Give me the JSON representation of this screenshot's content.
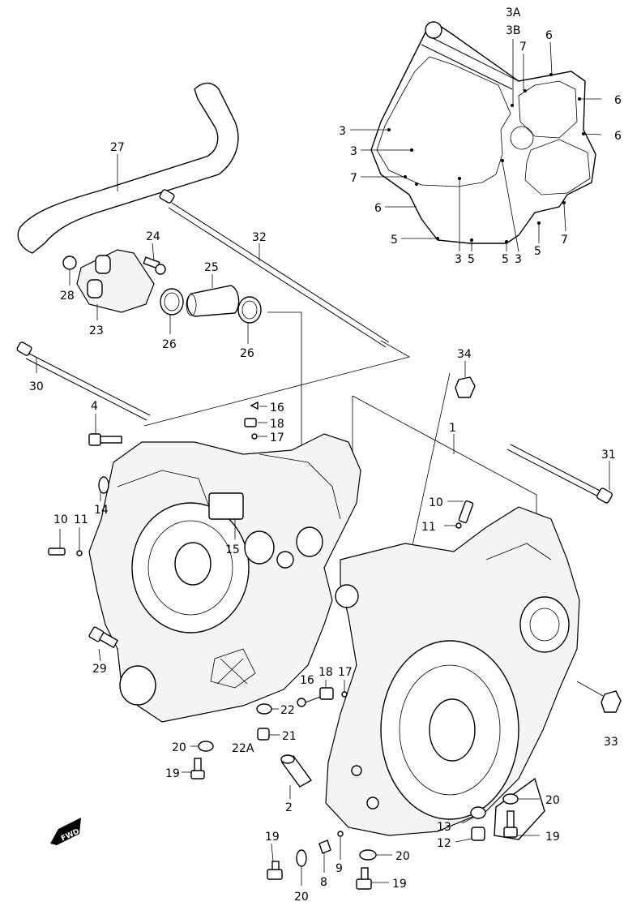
{
  "labels": {
    "l3A": "3A",
    "l3B": "3B",
    "l6a": "6",
    "l6b": "6",
    "l6c": "6",
    "l6d": "6",
    "l7a": "7",
    "l7b": "7",
    "l7c": "7",
    "l3a": "3",
    "l3b": "3",
    "l3c": "3",
    "l3d": "3",
    "l5a": "5",
    "l5b": "5",
    "l5c": "5",
    "l5d": "5",
    "l27": "27",
    "l24": "24",
    "l32": "32",
    "l25": "25",
    "l28": "28",
    "l23": "23",
    "l26a": "26",
    "l26b": "26",
    "l30": "30",
    "l34": "34",
    "l4": "4",
    "l16a": "16",
    "l18a": "18",
    "l17a": "17",
    "l1": "1",
    "l31": "31",
    "l14": "14",
    "l10a": "10",
    "l11a": "11",
    "l10b": "10",
    "l11b": "11",
    "l15": "15",
    "l29": "29",
    "l16b": "16",
    "l18b": "18",
    "l17b": "17",
    "l22": "22",
    "l21": "21",
    "l33": "33",
    "l20a": "20",
    "l19a": "19",
    "l22A": "22A",
    "l2": "2",
    "l20b": "20",
    "l13": "13",
    "l19b": "19",
    "l12": "12",
    "l19c": "19",
    "l9": "9",
    "l20c": "20",
    "l8": "8",
    "l20d": "20",
    "l19d": "19"
  },
  "fwd_badge": "FWD",
  "colors": {
    "ink": "#000000",
    "paper": "#ffffff"
  }
}
